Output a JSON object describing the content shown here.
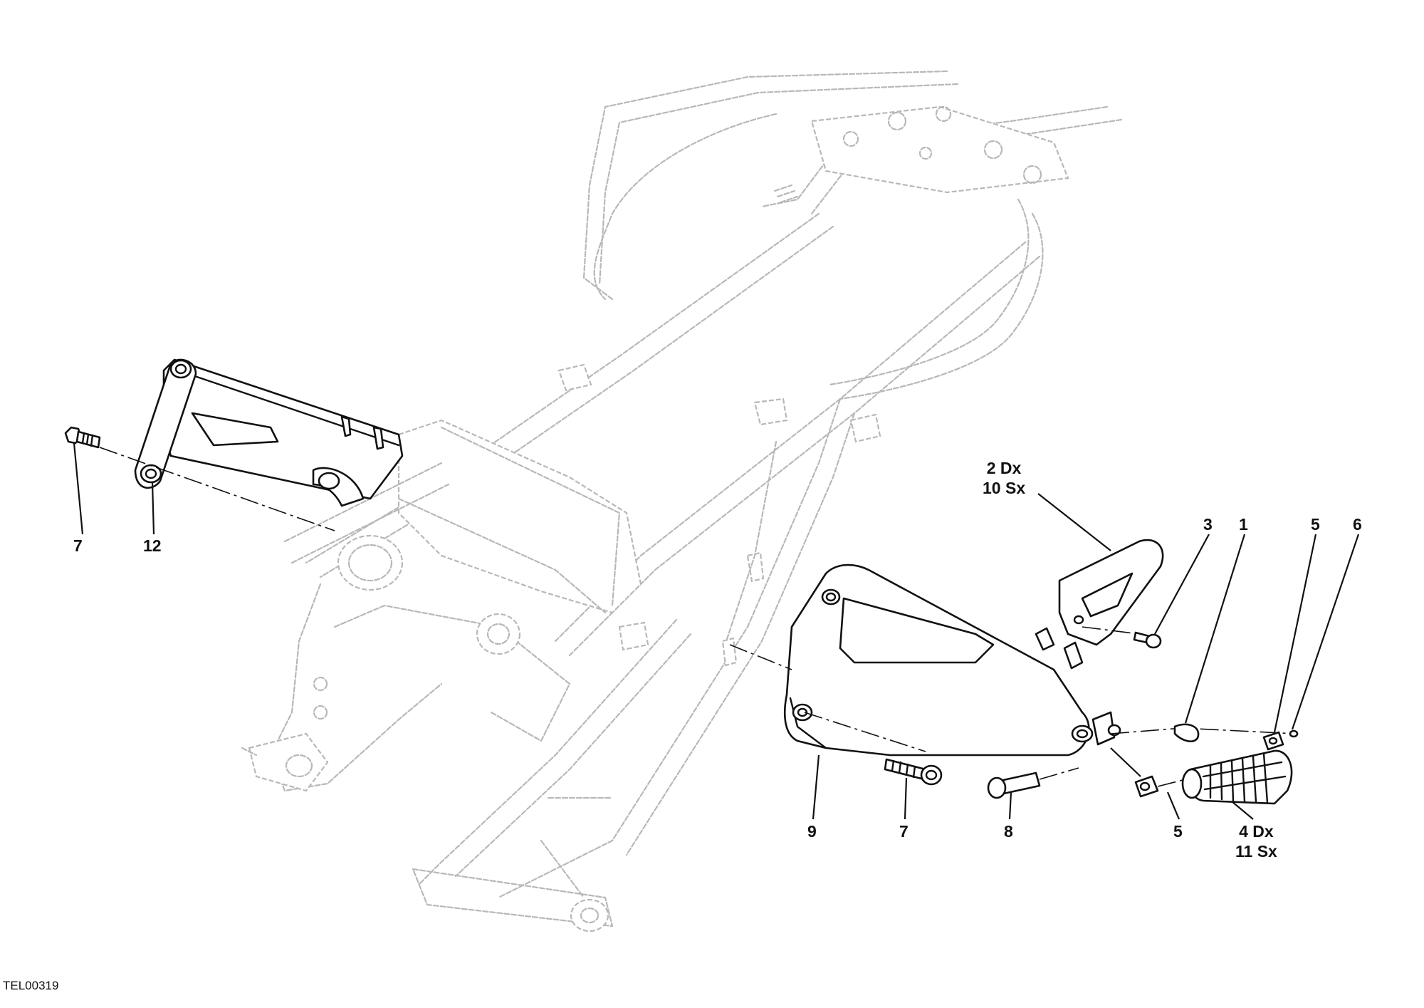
{
  "callouts": {
    "c7_left": "7",
    "c12": "12",
    "c2": [
      "2 Dx",
      "10 Sx"
    ],
    "c3": "3",
    "c1": "1",
    "c5_top": "5",
    "c6": "6",
    "c9": "9",
    "c7_right": "7",
    "c8": "8",
    "c5_bottom": "5",
    "c4": [
      "4 Dx",
      "11 Sx"
    ]
  },
  "reference_code": "TEL00319",
  "colors": {
    "ink": "#111111",
    "ghost_frame": "#b8b8b8",
    "background": "#ffffff"
  }
}
